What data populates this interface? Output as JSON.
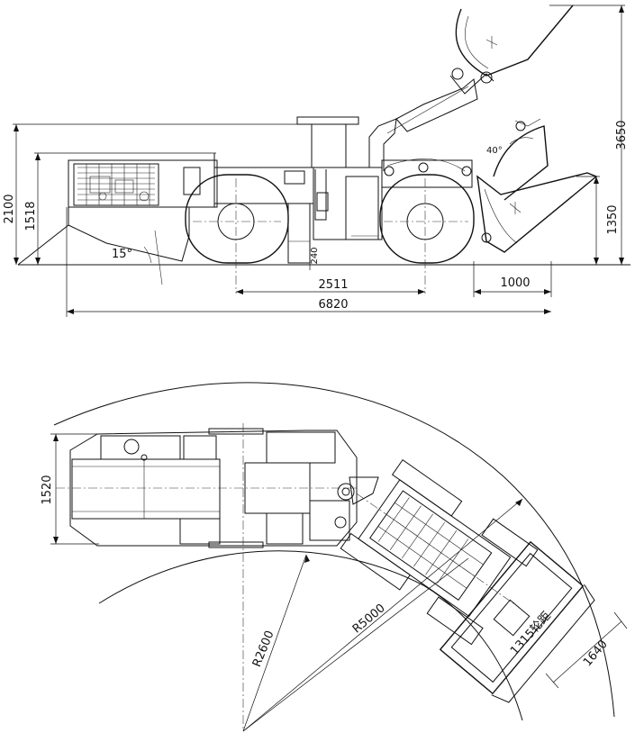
{
  "side_view": {
    "dim_overall_height": "2100",
    "dim_body_height": "1518",
    "dim_max_lift_height": "3650",
    "dim_dump_height": "1350",
    "dim_wheelbase": "2511",
    "dim_overall_length": "6820",
    "dim_reach": "1000",
    "dim_ground_clearance": "240",
    "angle_departure": "15°",
    "angle_dump": "40°"
  },
  "top_view": {
    "dim_width": "1520",
    "dim_inner_radius": "R2600",
    "dim_outer_radius": "R5000",
    "dim_bucket_width": "1640",
    "dim_turn_label": "1315轮距"
  }
}
